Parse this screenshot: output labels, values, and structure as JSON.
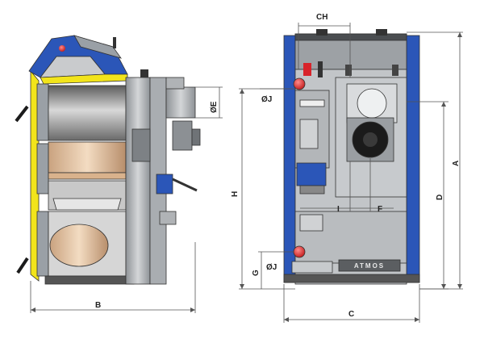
{
  "labels": {
    "b": "B",
    "c": "C",
    "ch": "CH",
    "d": "D",
    "e": "ØE",
    "f": "F",
    "g": "G",
    "h": "H",
    "i": "I",
    "j_top": "ØJ",
    "j_bottom": "ØJ",
    "a": "A"
  },
  "nameplate": "ATMOS",
  "colors": {
    "steel": "#b9bcbf",
    "steel_dark": "#8c9094",
    "blue": "#2b56b8",
    "yellow": "#f2e41b",
    "firebrick": "#e7c8a8",
    "red": "#d8232a",
    "black": "#1b1b1b"
  }
}
